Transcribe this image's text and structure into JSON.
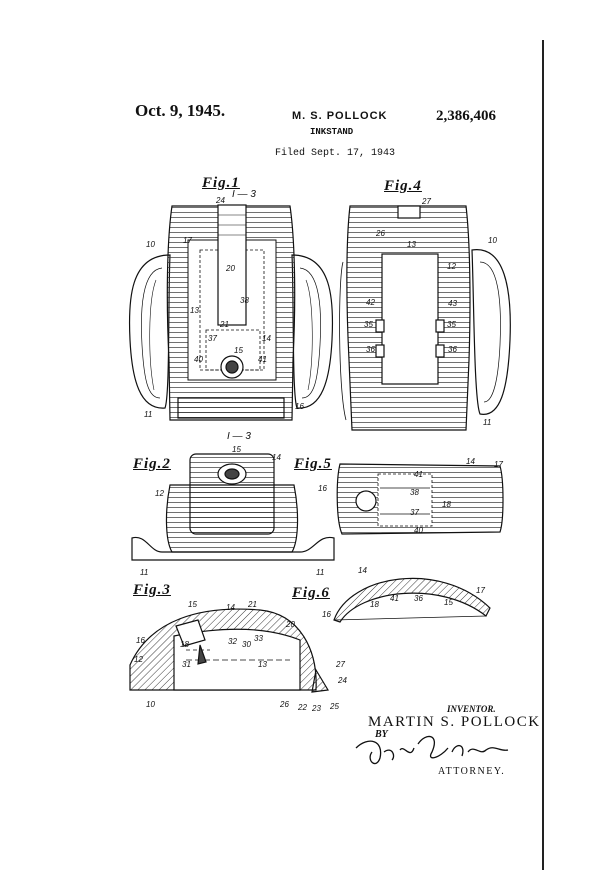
{
  "header": {
    "date": "Oct. 9, 1945.",
    "inventor_short": "M. S. POLLOCK",
    "title": "INKSTAND",
    "patent_number": "2,386,406",
    "filed": "Filed Sept. 17, 1943"
  },
  "figures": {
    "fig1": "Fig.1",
    "fig2": "Fig.2",
    "fig3": "Fig.3",
    "fig4": "Fig.4",
    "fig5": "Fig.5",
    "fig6": "Fig.6"
  },
  "section_marks": {
    "top": "I — 3",
    "mid": "I — 3"
  },
  "refs_fig1": [
    "24",
    "17",
    "10",
    "20",
    "13",
    "38",
    "21",
    "37",
    "14",
    "40",
    "15",
    "41",
    "11",
    "16"
  ],
  "refs_fig4": [
    "27",
    "26",
    "13",
    "10",
    "12",
    "42",
    "43",
    "35",
    "35",
    "36",
    "36",
    "11"
  ],
  "refs_fig2": [
    "15",
    "14",
    "12",
    "11",
    "11"
  ],
  "refs_fig5": [
    "14",
    "17",
    "16",
    "41",
    "38",
    "18",
    "37",
    "40"
  ],
  "refs_fig6": [
    "14",
    "17",
    "16",
    "18",
    "41",
    "36",
    "15"
  ],
  "refs_fig3": [
    "15",
    "14",
    "21",
    "20",
    "16",
    "18",
    "32",
    "30",
    "33",
    "12",
    "31",
    "13",
    "27",
    "24",
    "10",
    "26",
    "22",
    "23",
    "25"
  ],
  "signature": {
    "inventor_label": "INVENTOR.",
    "inventor_name": "MARTIN S. POLLOCK",
    "by": "BY",
    "attorney_label": "ATTORNEY."
  }
}
